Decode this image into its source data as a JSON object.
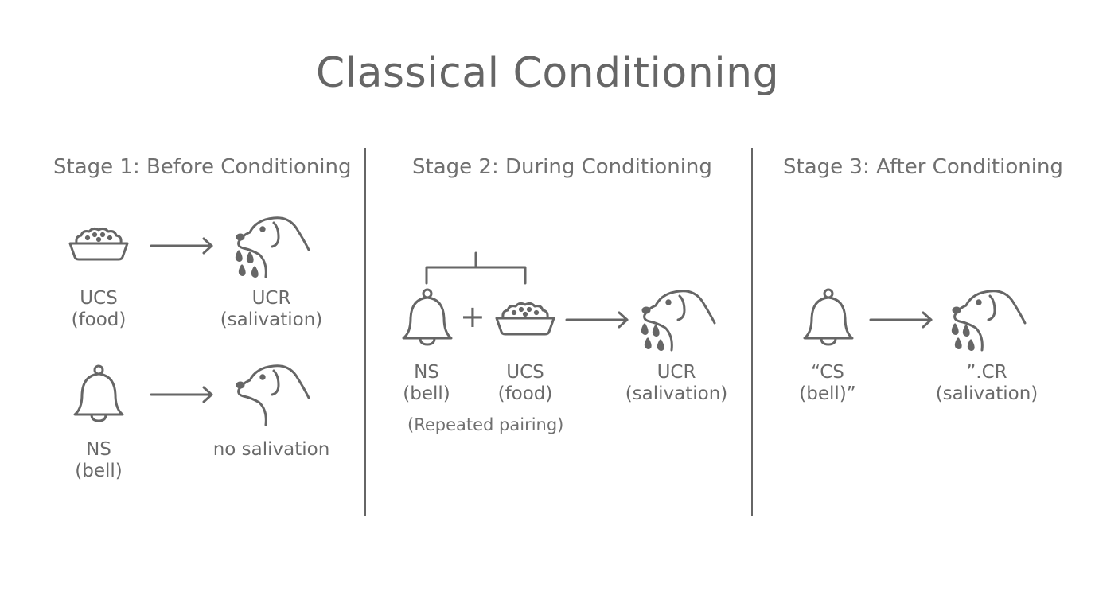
{
  "title": "Classical Conditioning",
  "stages": [
    {
      "title": "Stage 1: Before Conditioning",
      "rows": [
        {
          "stimulus": "UCS",
          "stimulus_detail": "(food)",
          "response": "UCR",
          "response_detail": "(salivation)"
        },
        {
          "stimulus": "NS",
          "stimulus_detail": "(bell)",
          "response": "no salivation"
        }
      ]
    },
    {
      "title": "Stage 2: During Conditioning",
      "stimulus_a": "NS",
      "stimulus_a_detail": "(bell)",
      "plus": "+",
      "stimulus_b": "UCS",
      "stimulus_b_detail": "(food)",
      "response": "UCR",
      "response_detail": "(salivation)",
      "note": "(Repeated pairing)"
    },
    {
      "title": "Stage 3: After Conditioning",
      "stimulus": "“CS",
      "stimulus_detail": "(bell)”",
      "response": "”.CR",
      "response_detail": "(salivation)"
    }
  ],
  "icons": [
    "food-bowl-icon",
    "bell-icon",
    "dog-head-icon",
    "drool-drops-icon",
    "arrow-right-icon"
  ],
  "colors": {
    "ink": "#666666",
    "background": "#ffffff"
  }
}
